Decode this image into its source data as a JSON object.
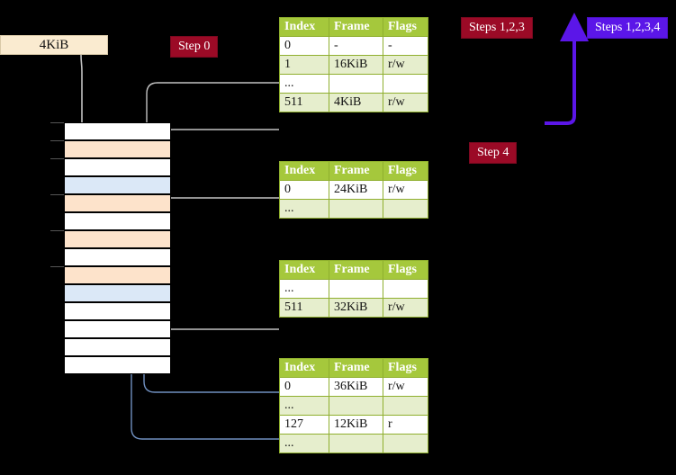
{
  "labels": {
    "size_box": "4KiB",
    "step0": "Step 0",
    "steps123": "Steps 1,2,3",
    "steps1234": "Steps 1,2,3,4",
    "step4": "Step 4"
  },
  "colors": {
    "header_green": "#a5c83c",
    "alt_row": "#e6eecd",
    "highlight": "#ffff9e",
    "crimson_tag": "#9b0a26",
    "blue_tag": "#5b16e8",
    "cream_box": "#faebd0",
    "mem_orange": "#fde3cb",
    "mem_blue": "#dbe8f7",
    "gray_wire": "#b3b3b3",
    "blue_wire": "#7090c0",
    "purple_wire": "#5b16e8"
  },
  "table_headers": [
    "Index",
    "Frame",
    "Flags"
  ],
  "tables": [
    {
      "name": "level4-table",
      "rows": [
        {
          "index": "0",
          "frame": "-",
          "flags": "-",
          "alt": false,
          "highlight": false
        },
        {
          "index": "1",
          "frame": "16KiB",
          "flags": "r/w",
          "alt": true,
          "highlight": false
        },
        {
          "index": "...",
          "frame": "",
          "flags": "",
          "alt": false,
          "highlight": false
        },
        {
          "index": "511",
          "frame": "4KiB",
          "flags": "r/w",
          "alt": true,
          "highlight": true
        }
      ]
    },
    {
      "name": "level3-table",
      "rows": [
        {
          "index": "0",
          "frame": "24KiB",
          "flags": "r/w",
          "alt": false,
          "highlight": false
        },
        {
          "index": "...",
          "frame": "",
          "flags": "",
          "alt": true,
          "highlight": false
        }
      ]
    },
    {
      "name": "level2-table",
      "rows": [
        {
          "index": "...",
          "frame": "",
          "flags": "",
          "alt": false,
          "highlight": false
        },
        {
          "index": "511",
          "frame": "32KiB",
          "flags": "r/w",
          "alt": true,
          "highlight": false
        }
      ]
    },
    {
      "name": "level1-table",
      "rows": [
        {
          "index": "0",
          "frame": "36KiB",
          "flags": "r/w",
          "alt": false,
          "highlight": false
        },
        {
          "index": "...",
          "frame": "",
          "flags": "",
          "alt": true,
          "highlight": false
        },
        {
          "index": "127",
          "frame": "12KiB",
          "flags": "r",
          "alt": false,
          "highlight": false
        },
        {
          "index": "...",
          "frame": "",
          "flags": "",
          "alt": true,
          "highlight": false
        }
      ]
    }
  ],
  "memory_rows": [
    {
      "fill": "white",
      "tick": true
    },
    {
      "fill": "orange",
      "tick": true
    },
    {
      "fill": "white",
      "tick": true
    },
    {
      "fill": "blue",
      "tick": false
    },
    {
      "fill": "orange",
      "tick": true
    },
    {
      "fill": "white",
      "tick": false
    },
    {
      "fill": "orange",
      "tick": true
    },
    {
      "fill": "white",
      "tick": false
    },
    {
      "fill": "orange",
      "tick": true
    },
    {
      "fill": "blue",
      "tick": false
    },
    {
      "fill": "white",
      "tick": false
    },
    {
      "fill": "white",
      "tick": false
    },
    {
      "fill": "white",
      "tick": false
    },
    {
      "fill": "white",
      "tick": false
    }
  ]
}
